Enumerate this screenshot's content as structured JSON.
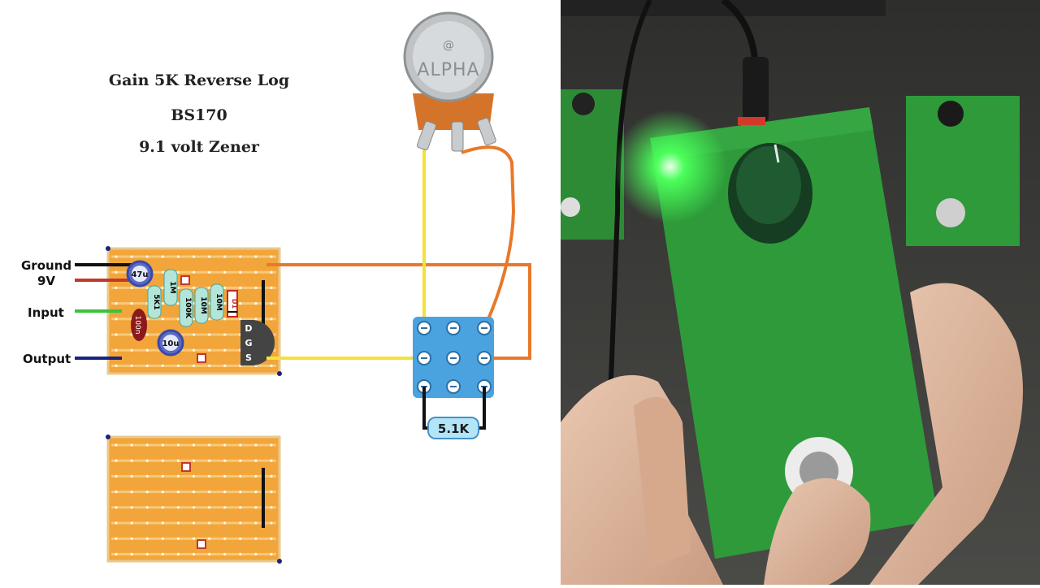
{
  "diagram": {
    "title_lines": [
      "Gain 5K Reverse Log",
      "BS170",
      "9.1 volt Zener"
    ],
    "io_labels": {
      "ground": "Ground",
      "nine_volt": "9V",
      "input": "Input",
      "output": "Output"
    },
    "components": {
      "cap_47u": "47u",
      "cap_10u": "10u",
      "cap_100n": "100n",
      "res_1m": "1M",
      "res_5k1": "5K1",
      "res_100k": "100K",
      "res_10m_a": "10M",
      "res_10m_b": "10M",
      "diode": "D1",
      "transistor_pins": [
        "D",
        "G",
        "S"
      ],
      "switch_resistor": "5.1K"
    },
    "pot_labels": {
      "symbol": "@",
      "brand": "ALPHA"
    }
  },
  "colors": {
    "stripboard": "#f2a53a",
    "board_border": "#e9c98c",
    "wire_orange": "#e8792a",
    "wire_yellow": "#f2e23a",
    "wire_green": "#3cc23c",
    "wire_red": "#c0392b",
    "footswitch": "#4aa3df",
    "pedal_green": "#2e9a3a",
    "led_green": "#4bff5a"
  }
}
